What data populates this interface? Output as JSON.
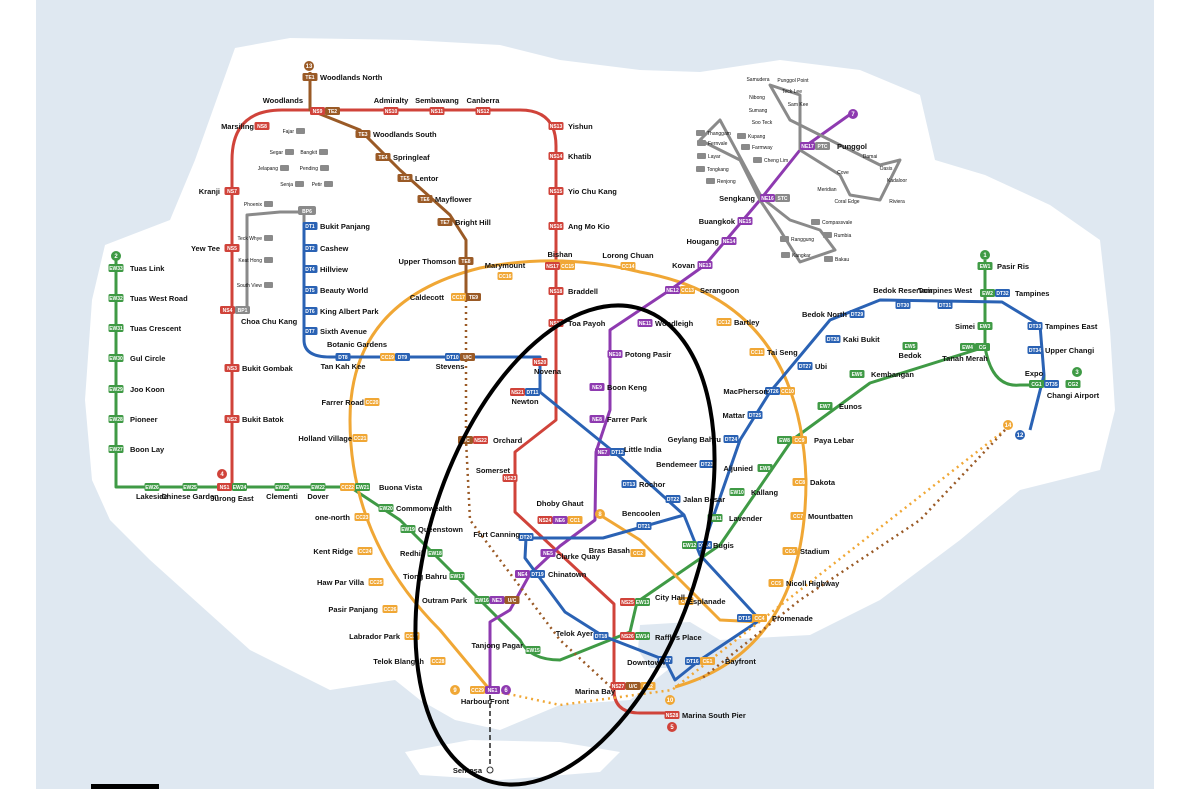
{
  "colors": {
    "sea": "#dfe8f1",
    "land": "#ffffff",
    "ns": "#d0433a",
    "ew": "#3f9a45",
    "cc": "#f0a735",
    "ne": "#8e3ab0",
    "dt": "#2a62b4",
    "te": "#9a5a26",
    "lrt": "#8a8a8a",
    "annotation": "#000000"
  },
  "line_badges": [
    {
      "id": "ew",
      "text": "2"
    },
    {
      "id": "ns",
      "text": "4"
    },
    {
      "id": "te",
      "text": "13"
    },
    {
      "id": "ne",
      "text": "7"
    },
    {
      "id": "ew-changi",
      "text": "1"
    },
    {
      "id": "cg",
      "text": "3"
    },
    {
      "id": "ccx",
      "text": "14"
    },
    {
      "id": "dt-end",
      "text": "12"
    },
    {
      "id": "cc",
      "text": "9"
    },
    {
      "id": "ne-hf",
      "text": "6"
    },
    {
      "id": "cc-bay",
      "text": "10"
    },
    {
      "id": "ns-msp",
      "text": "5"
    },
    {
      "id": "cc-bencoolen",
      "text": "8"
    }
  ],
  "stations": {
    "woodlands_north": {
      "name": "Woodlands North",
      "code": "TE1"
    },
    "woodlands": {
      "name": "Woodlands",
      "codes": [
        "NS9",
        "TE2"
      ]
    },
    "admiralty": {
      "name": "Admiralty",
      "code": "NS10"
    },
    "sembawang": {
      "name": "Sembawang",
      "code": "NS11"
    },
    "canberra": {
      "name": "Canberra",
      "code": "NS12"
    },
    "yishun": {
      "name": "Yishun",
      "code": "NS13"
    },
    "khatib": {
      "name": "Khatib",
      "code": "NS14"
    },
    "yio_chu_kang": {
      "name": "Yio Chu Kang",
      "code": "NS15"
    },
    "ang_mo_kio": {
      "name": "Ang Mo Kio",
      "code": "NS16"
    },
    "bishan": {
      "name": "Bishan",
      "codes": [
        "NS17",
        "CC15"
      ]
    },
    "braddell": {
      "name": "Braddell",
      "code": "NS18"
    },
    "toa_payoh": {
      "name": "Toa Payoh",
      "code": "NS19"
    },
    "novena": {
      "name": "Novena",
      "code": "NS20"
    },
    "newton": {
      "name": "Newton",
      "codes": [
        "NS21",
        "DT11"
      ]
    },
    "orchard": {
      "name": "Orchard",
      "codes": [
        "U/C",
        "NS22"
      ]
    },
    "somerset": {
      "name": "Somerset",
      "code": "NS23"
    },
    "dhoby_ghaut": {
      "name": "Dhoby Ghaut",
      "codes": [
        "NS24",
        "NE6",
        "CC1"
      ]
    },
    "city_hall": {
      "name": "City Hall",
      "codes": [
        "NS25",
        "EW13"
      ]
    },
    "raffles_place": {
      "name": "Raffles Place",
      "codes": [
        "NS26",
        "EW14"
      ]
    },
    "marina_bay": {
      "name": "Marina Bay",
      "codes": [
        "NS27",
        "U/C",
        "CE2"
      ]
    },
    "marina_south_pier": {
      "name": "Marina South Pier",
      "code": "NS28"
    },
    "marsiling": {
      "name": "Marsiling",
      "code": "NS8"
    },
    "kranji": {
      "name": "Kranji",
      "code": "NS7"
    },
    "yew_tee": {
      "name": "Yew Tee",
      "code": "NS5"
    },
    "choa_chu_kang": {
      "name": "Choa Chu Kang",
      "codes": [
        "NS4",
        "BP1"
      ]
    },
    "bukit_gombak": {
      "name": "Bukit Gombak",
      "code": "NS3"
    },
    "bukit_batok": {
      "name": "Bukit Batok",
      "code": "NS2"
    },
    "jurong_east": {
      "name": "Jurong East",
      "codes": [
        "NS1",
        "EW24"
      ]
    },
    "woodlands_south": {
      "name": "Woodlands South",
      "code": "TE3"
    },
    "springleaf": {
      "name": "Springleaf",
      "code": "TE4"
    },
    "lentor": {
      "name": "Lentor",
      "code": "TE5"
    },
    "mayflower": {
      "name": "Mayflower",
      "code": "TE6"
    },
    "bright_hill": {
      "name": "Bright Hill",
      "code": "TE7"
    },
    "upper_thomson": {
      "name": "Upper Thomson",
      "code": "TE8"
    },
    "caldecott": {
      "name": "Caldecott",
      "codes": [
        "CC17",
        "TE9"
      ]
    },
    "tuas_link": {
      "name": "Tuas Link",
      "code": "EW33"
    },
    "tuas_west_road": {
      "name": "Tuas West Road",
      "code": "EW32"
    },
    "tuas_crescent": {
      "name": "Tuas Crescent",
      "code": "EW31"
    },
    "gul_circle": {
      "name": "Gul Circle",
      "code": "EW30"
    },
    "joo_koon": {
      "name": "Joo Koon",
      "code": "EW29"
    },
    "pioneer": {
      "name": "Pioneer",
      "code": "EW28"
    },
    "boon_lay": {
      "name": "Boon Lay",
      "code": "EW27"
    },
    "lakeside": {
      "name": "Lakeside",
      "code": "EW26"
    },
    "chinese_garden": {
      "name": "Chinese Garden",
      "code": "EW25"
    },
    "clementi": {
      "name": "Clementi",
      "code": "EW23"
    },
    "dover": {
      "name": "Dover",
      "code": "EW22"
    },
    "buona_vista": {
      "name": "Buona Vista",
      "codes": [
        "CC22",
        "EW21"
      ]
    },
    "commonwealth": {
      "name": "Commonwealth",
      "code": "EW20"
    },
    "queenstown": {
      "name": "Queenstown",
      "code": "EW19"
    },
    "redhill": {
      "name": "Redhill",
      "code": "EW18"
    },
    "tiong_bahru": {
      "name": "Tiong Bahru",
      "code": "EW17"
    },
    "outram_park": {
      "name": "Outram Park",
      "codes": [
        "EW16",
        "NE3",
        "U/C"
      ]
    },
    "tanjong_pagar": {
      "name": "Tanjong Pagar",
      "code": "EW15"
    },
    "bugis": {
      "name": "Bugis",
      "codes": [
        "EW12",
        "DT14"
      ]
    },
    "lavender": {
      "name": "Lavender",
      "code": "EW11"
    },
    "kallang": {
      "name": "Kallang",
      "code": "EW10"
    },
    "aljunied": {
      "name": "Aljunied",
      "code": "EW9"
    },
    "paya_lebar": {
      "name": "Paya Lebar",
      "codes": [
        "EW8",
        "CC9"
      ]
    },
    "eunos": {
      "name": "Eunos",
      "code": "EW7"
    },
    "kembangan": {
      "name": "Kembangan",
      "code": "EW6"
    },
    "bedok": {
      "name": "Bedok",
      "code": "EW5"
    },
    "tanah_merah": {
      "name": "Tanah Merah",
      "codes": [
        "EW4",
        "CG"
      ]
    },
    "simei": {
      "name": "Simei",
      "code": "EW3"
    },
    "tampines": {
      "name": "Tampines",
      "codes": [
        "EW2",
        "DT32"
      ]
    },
    "pasir_ris": {
      "name": "Pasir Ris",
      "code": "EW1"
    },
    "expo": {
      "name": "Expo",
      "codes": [
        "CG1",
        "DT35"
      ]
    },
    "changi_airport": {
      "name": "Changi Airport",
      "code": "CG2"
    },
    "upper_changi": {
      "name": "Upper Changi",
      "code": "DT34"
    },
    "tampines_east": {
      "name": "Tampines East",
      "code": "DT33"
    },
    "tampines_west": {
      "name": "Tampines West",
      "code": "DT31"
    },
    "bedok_reservoir": {
      "name": "Bedok Reservoir",
      "code": "DT30"
    },
    "bedok_north": {
      "name": "Bedok North",
      "code": "DT29"
    },
    "kaki_bukit": {
      "name": "Kaki Bukit",
      "code": "DT28"
    },
    "ubi": {
      "name": "Ubi",
      "code": "DT27"
    },
    "macpherson": {
      "name": "MacPherson",
      "codes": [
        "DT26",
        "CC10"
      ]
    },
    "mattar": {
      "name": "Mattar",
      "code": "DT25"
    },
    "geylang_bahru": {
      "name": "Geylang Bahru",
      "code": "DT24"
    },
    "bendemeer": {
      "name": "Bendemeer",
      "code": "DT23"
    },
    "jalan_besar": {
      "name": "Jalan Besar",
      "code": "DT22"
    },
    "bencoolen": {
      "name": "Bencoolen",
      "code": "DT21"
    },
    "rochor": {
      "name": "Rochor",
      "code": "DT13"
    },
    "little_india": {
      "name": "Little India",
      "codes": [
        "NE7",
        "DT12"
      ]
    },
    "farrer_park": {
      "name": "Farrer Park",
      "code": "NE8"
    },
    "boon_keng": {
      "name": "Boon Keng",
      "code": "NE9"
    },
    "potong_pasir": {
      "name": "Potong Pasir",
      "code": "NE10"
    },
    "woodleigh": {
      "name": "Woodleigh",
      "code": "NE11"
    },
    "serangoon": {
      "name": "Serangoon",
      "codes": [
        "NE12",
        "CC13"
      ]
    },
    "kovan": {
      "name": "Kovan",
      "code": "NE13"
    },
    "hougang": {
      "name": "Hougang",
      "code": "NE14"
    },
    "buangkok": {
      "name": "Buangkok",
      "code": "NE15"
    },
    "sengkang": {
      "name": "Sengkang",
      "codes": [
        "NE16",
        "STC"
      ]
    },
    "punggol": {
      "name": "Punggol",
      "codes": [
        "NE17",
        "PTC"
      ]
    },
    "clarke_quay": {
      "name": "Clarke Quay",
      "code": "NE5"
    },
    "chinatown": {
      "name": "Chinatown",
      "codes": [
        "NE4",
        "DT19"
      ]
    },
    "harbourfront": {
      "name": "HarbourFront",
      "codes": [
        "CC29",
        "NE1"
      ]
    },
    "fort_canning": {
      "name": "Fort Canning",
      "code": "DT20"
    },
    "telok_ayer": {
      "name": "Telok Ayer",
      "code": "DT18"
    },
    "downtown": {
      "name": "Downtown",
      "code": "DT17"
    },
    "bayfront": {
      "name": "Bayfront",
      "codes": [
        "DT16",
        "CE1"
      ]
    },
    "promenade": {
      "name": "Promenade",
      "codes": [
        "DT15",
        "CC4"
      ]
    },
    "esplanade": {
      "name": "Esplanade",
      "code": "CC3"
    },
    "bras_basah": {
      "name": "Bras Basah",
      "code": "CC2"
    },
    "nicoll_highway": {
      "name": "Nicoll Highway",
      "code": "CC5"
    },
    "stadium": {
      "name": "Stadium",
      "code": "CC6"
    },
    "mountbatten": {
      "name": "Mountbatten",
      "code": "CC7"
    },
    "dakota": {
      "name": "Dakota",
      "code": "CC8"
    },
    "tai_seng": {
      "name": "Tai Seng",
      "code": "CC11"
    },
    "bartley": {
      "name": "Bartley",
      "code": "CC12"
    },
    "lorong_chuan": {
      "name": "Lorong Chuan",
      "code": "CC14"
    },
    "marymount": {
      "name": "Marymount",
      "code": "CC16"
    },
    "botanic_gardens": {
      "name": "Botanic Gardens",
      "codes": [
        "CC19",
        "DT9"
      ]
    },
    "farrer_road": {
      "name": "Farrer Road",
      "code": "CC20"
    },
    "holland_village": {
      "name": "Holland Village",
      "code": "CC21"
    },
    "one_north": {
      "name": "one-north",
      "code": "CC23"
    },
    "kent_ridge": {
      "name": "Kent Ridge",
      "code": "CC24"
    },
    "haw_par_villa": {
      "name": "Haw Par Villa",
      "code": "CC25"
    },
    "pasir_panjang": {
      "name": "Pasir Panjang",
      "code": "CC26"
    },
    "labrador_park": {
      "name": "Labrador Park",
      "code": "CC27"
    },
    "telok_blangah": {
      "name": "Telok Blangah",
      "code": "CC28"
    },
    "stevens": {
      "name": "Stevens",
      "codes": [
        "DT10",
        "U/C"
      ]
    },
    "tan_kah_kee": {
      "name": "Tan Kah Kee",
      "code": "DT8"
    },
    "sixth_avenue": {
      "name": "Sixth Avenue",
      "code": "DT7"
    },
    "king_albert_park": {
      "name": "King Albert Park",
      "code": "DT6"
    },
    "beauty_world": {
      "name": "Beauty World",
      "code": "DT5"
    },
    "hillview": {
      "name": "Hillview",
      "code": "DT4"
    },
    "cashew": {
      "name": "Cashew",
      "code": "DT2"
    },
    "bukit_panjang": {
      "name": "Bukit Panjang",
      "code": "DT1"
    },
    "sentosa": {
      "name": "Sentosa"
    }
  },
  "lrt": {
    "bukit_panjang": [
      "Fajar",
      "Segar",
      "Bangkit",
      "Jelapang",
      "Pending",
      "Senja",
      "Petir",
      "Phoenix",
      "Teck Whye",
      "Keat Hong",
      "South View"
    ],
    "bp6_code": "BP6",
    "sengkang": [
      "Compassvale",
      "Rumbia",
      "Bakau",
      "Kangkar",
      "Ranggung",
      "Cheng Lim",
      "Farmway",
      "Kupang",
      "Thanggam",
      "Fernvale",
      "Layar",
      "Tongkang",
      "Renjong"
    ],
    "punggol": [
      "Samudera",
      "Punggol Point",
      "Teck Lee",
      "Nibong",
      "Sumang",
      "Soo Teck",
      "Sam Kee",
      "Damai",
      "Oasis",
      "Kadaloor",
      "Coral Edge",
      "Riviera",
      "Cove",
      "Meridian"
    ]
  }
}
